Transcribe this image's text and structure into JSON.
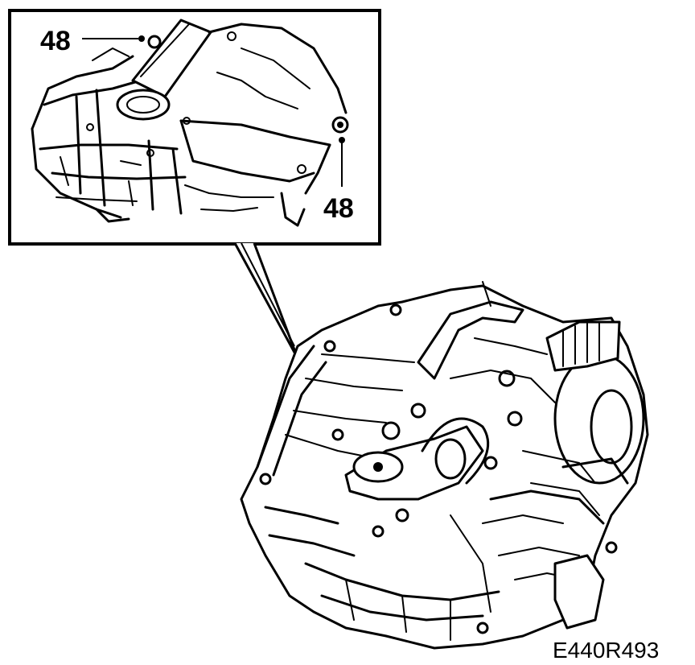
{
  "callouts": {
    "top_left": "48",
    "bottom_right": "48"
  },
  "figure_id": "E440R493"
}
